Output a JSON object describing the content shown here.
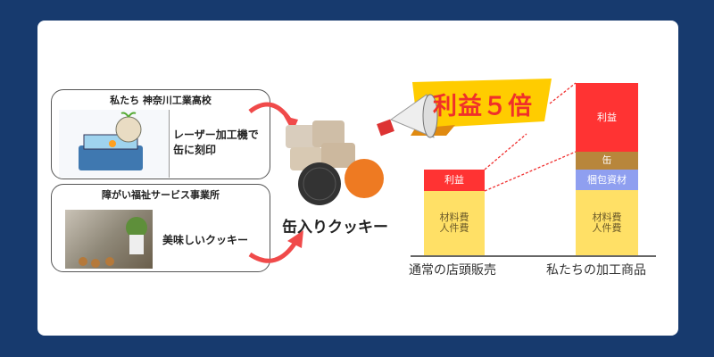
{
  "left": {
    "school": {
      "title": "私たち 神奈川工業高校",
      "text_line1": "レーザー加工機で",
      "text_line2": "缶に刻印"
    },
    "welfare": {
      "title": "障がい福祉サービス事業所",
      "text": "美味しいクッキー"
    }
  },
  "product": {
    "label": "缶入りクッキー"
  },
  "banner": {
    "text": "利益５倍"
  },
  "chart": {
    "bars": [
      {
        "label": "通常の店頭販売",
        "segments": [
          {
            "name": "cost",
            "line1": "材料費",
            "line2": "人件費",
            "color": "#ffe066"
          },
          {
            "name": "profit",
            "line1": "利益",
            "color": "#ff3333"
          }
        ]
      },
      {
        "label": "私たちの加工商品",
        "segments": [
          {
            "name": "cost",
            "line1": "材料費",
            "line2": "人件費",
            "color": "#ffe066"
          },
          {
            "name": "packaging",
            "line1": "梱包資材",
            "color": "#8f9ff0"
          },
          {
            "name": "can",
            "line1": "缶",
            "color": "#b8863b"
          },
          {
            "name": "profit",
            "line1": "利益",
            "color": "#ff3333"
          }
        ]
      }
    ]
  },
  "colors": {
    "background": "#173a6e",
    "accent_red": "#ff3333",
    "banner_yellow": "#ffcc00"
  }
}
